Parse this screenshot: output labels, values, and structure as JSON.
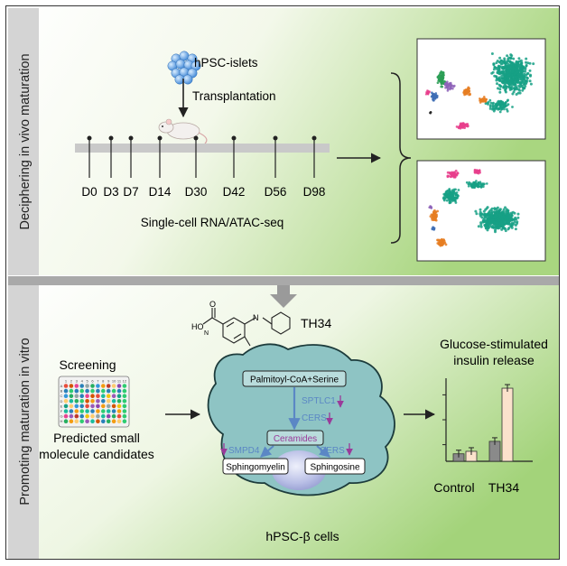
{
  "top": {
    "side_label": "Deciphering in vivo maturation",
    "islets_label": "hPSC-islets",
    "transplant_label": "Transplantation",
    "timepoints": [
      "D0",
      "D3",
      "D7",
      "D14",
      "D30",
      "D42",
      "D56",
      "D98"
    ],
    "assay_label": "Single-cell RNA/ATAC-seq"
  },
  "bottom": {
    "side_label": "Promoting maturation in vitro",
    "compound_name": "TH34",
    "screening_label": "Screening",
    "plate_columns": [
      "1",
      "2",
      "3",
      "4",
      "5",
      "6",
      "7",
      "8",
      "9",
      "10",
      "11",
      "12"
    ],
    "plate_rows": [
      "A",
      "B",
      "C",
      "D",
      "E",
      "F",
      "G",
      "H"
    ],
    "candidates_line1": "Predicted small",
    "candidates_line2": "molecule candidates",
    "pathway": {
      "substrate": "Palmitoyl-CoA+Serine",
      "enzyme1": "SPTLC1",
      "enzyme2": "CERS",
      "ceramides": "Ceramides",
      "enzyme3": "SMPD4",
      "enzyme4": "CERS",
      "product1": "Sphingomyelin",
      "product2": "Sphingosine"
    },
    "cell_label": "hPSC-β cells",
    "gsis_title_line1": "Glucose-stimulated",
    "gsis_title_line2": "insulin release"
  },
  "colors": {
    "accent_green": "#7fc24a",
    "gradient_light": "#f4f9ec",
    "side_bar": "#d4d4d4",
    "cell_fill": "#8ec4c4",
    "enzyme_blue": "#5b87c5",
    "down_arrow_purple": "#9a3a9a",
    "bar_dark": "#8a8a8a",
    "bar_light": "#fbe2cc"
  },
  "chart_data": {
    "type": "bar",
    "title": "",
    "categories": [
      "Control",
      "TH34"
    ],
    "series": [
      {
        "values": [
          0.09,
          0.24
        ]
      },
      {
        "values": [
          0.12,
          0.88
        ]
      }
    ],
    "ylim": [
      0,
      1
    ],
    "xlabel": "",
    "ylabel": ""
  }
}
